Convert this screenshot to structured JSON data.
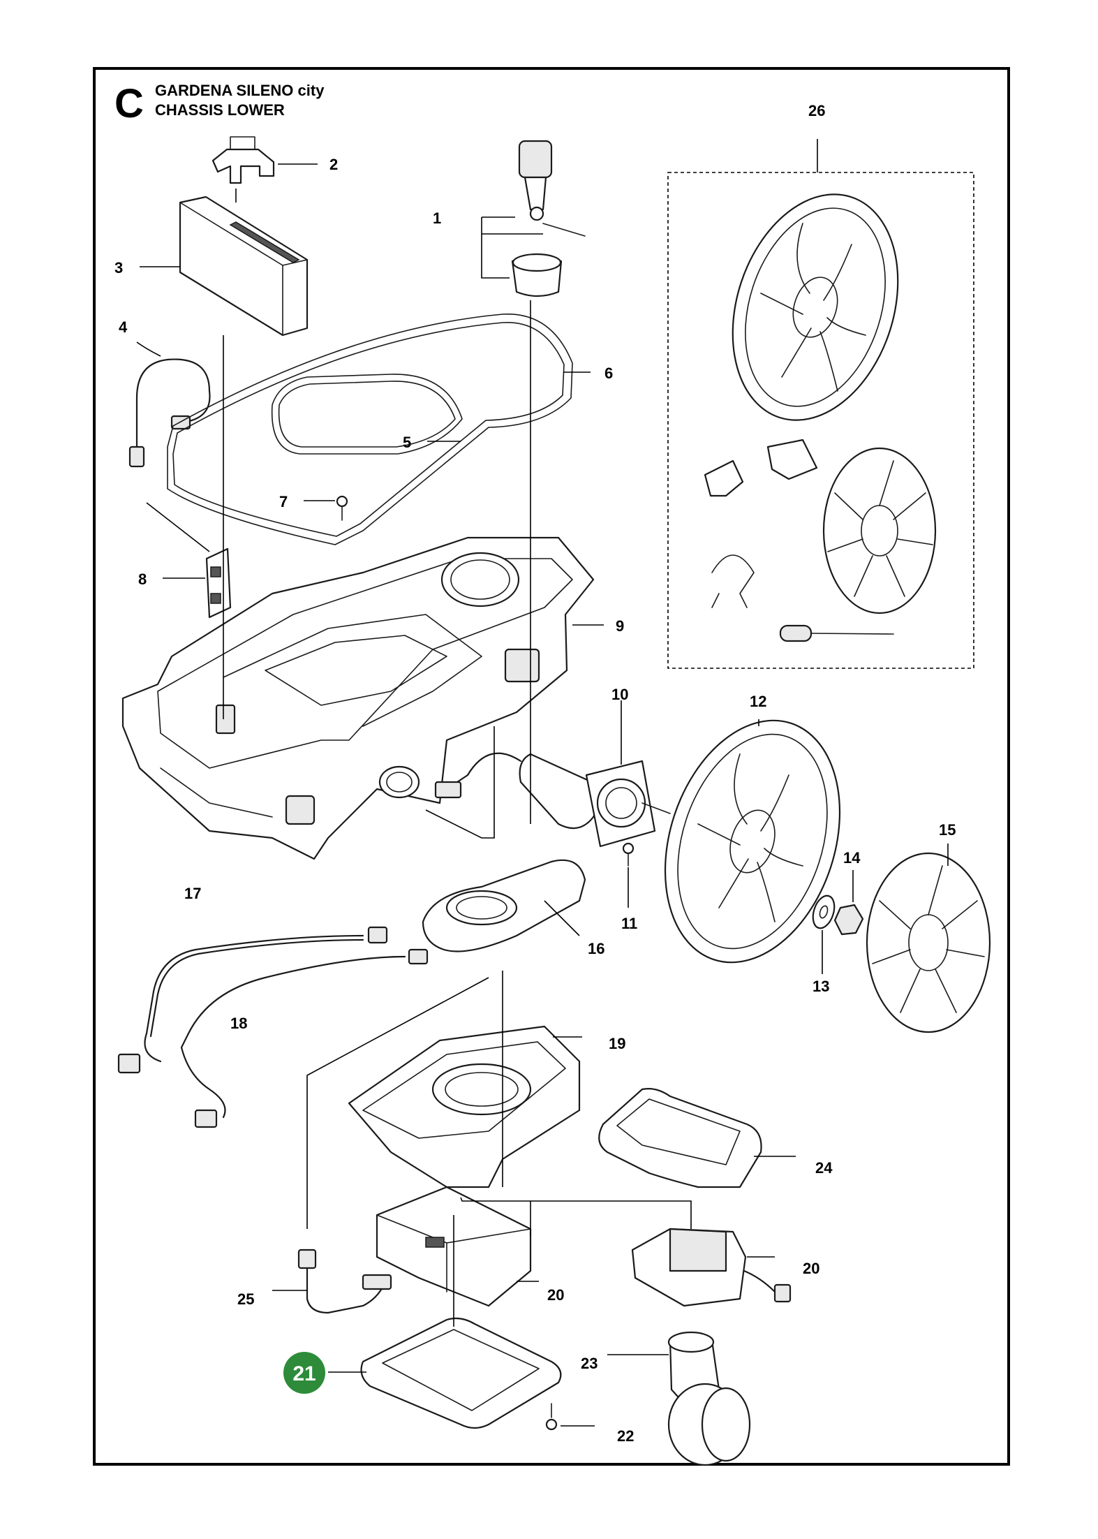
{
  "header": {
    "section_letter": "C",
    "model": "GARDENA SILENO city",
    "assembly": "CHASSIS LOWER"
  },
  "highlight": {
    "part": "21",
    "color": "#2e8b3a"
  },
  "callouts": {
    "p1": "1",
    "p2": "2",
    "p3": "3",
    "p4": "4",
    "p5": "5",
    "p6": "6",
    "p7": "7",
    "p8": "8",
    "p9": "9",
    "p10": "10",
    "p11": "11",
    "p12": "12",
    "p13": "13",
    "p14": "14",
    "p15": "15",
    "p16": "16",
    "p17": "17",
    "p18": "18",
    "p19": "19",
    "p20a": "20",
    "p20b": "20",
    "p22": "22",
    "p23": "23",
    "p24": "24",
    "p25": "25",
    "p26": "26"
  }
}
